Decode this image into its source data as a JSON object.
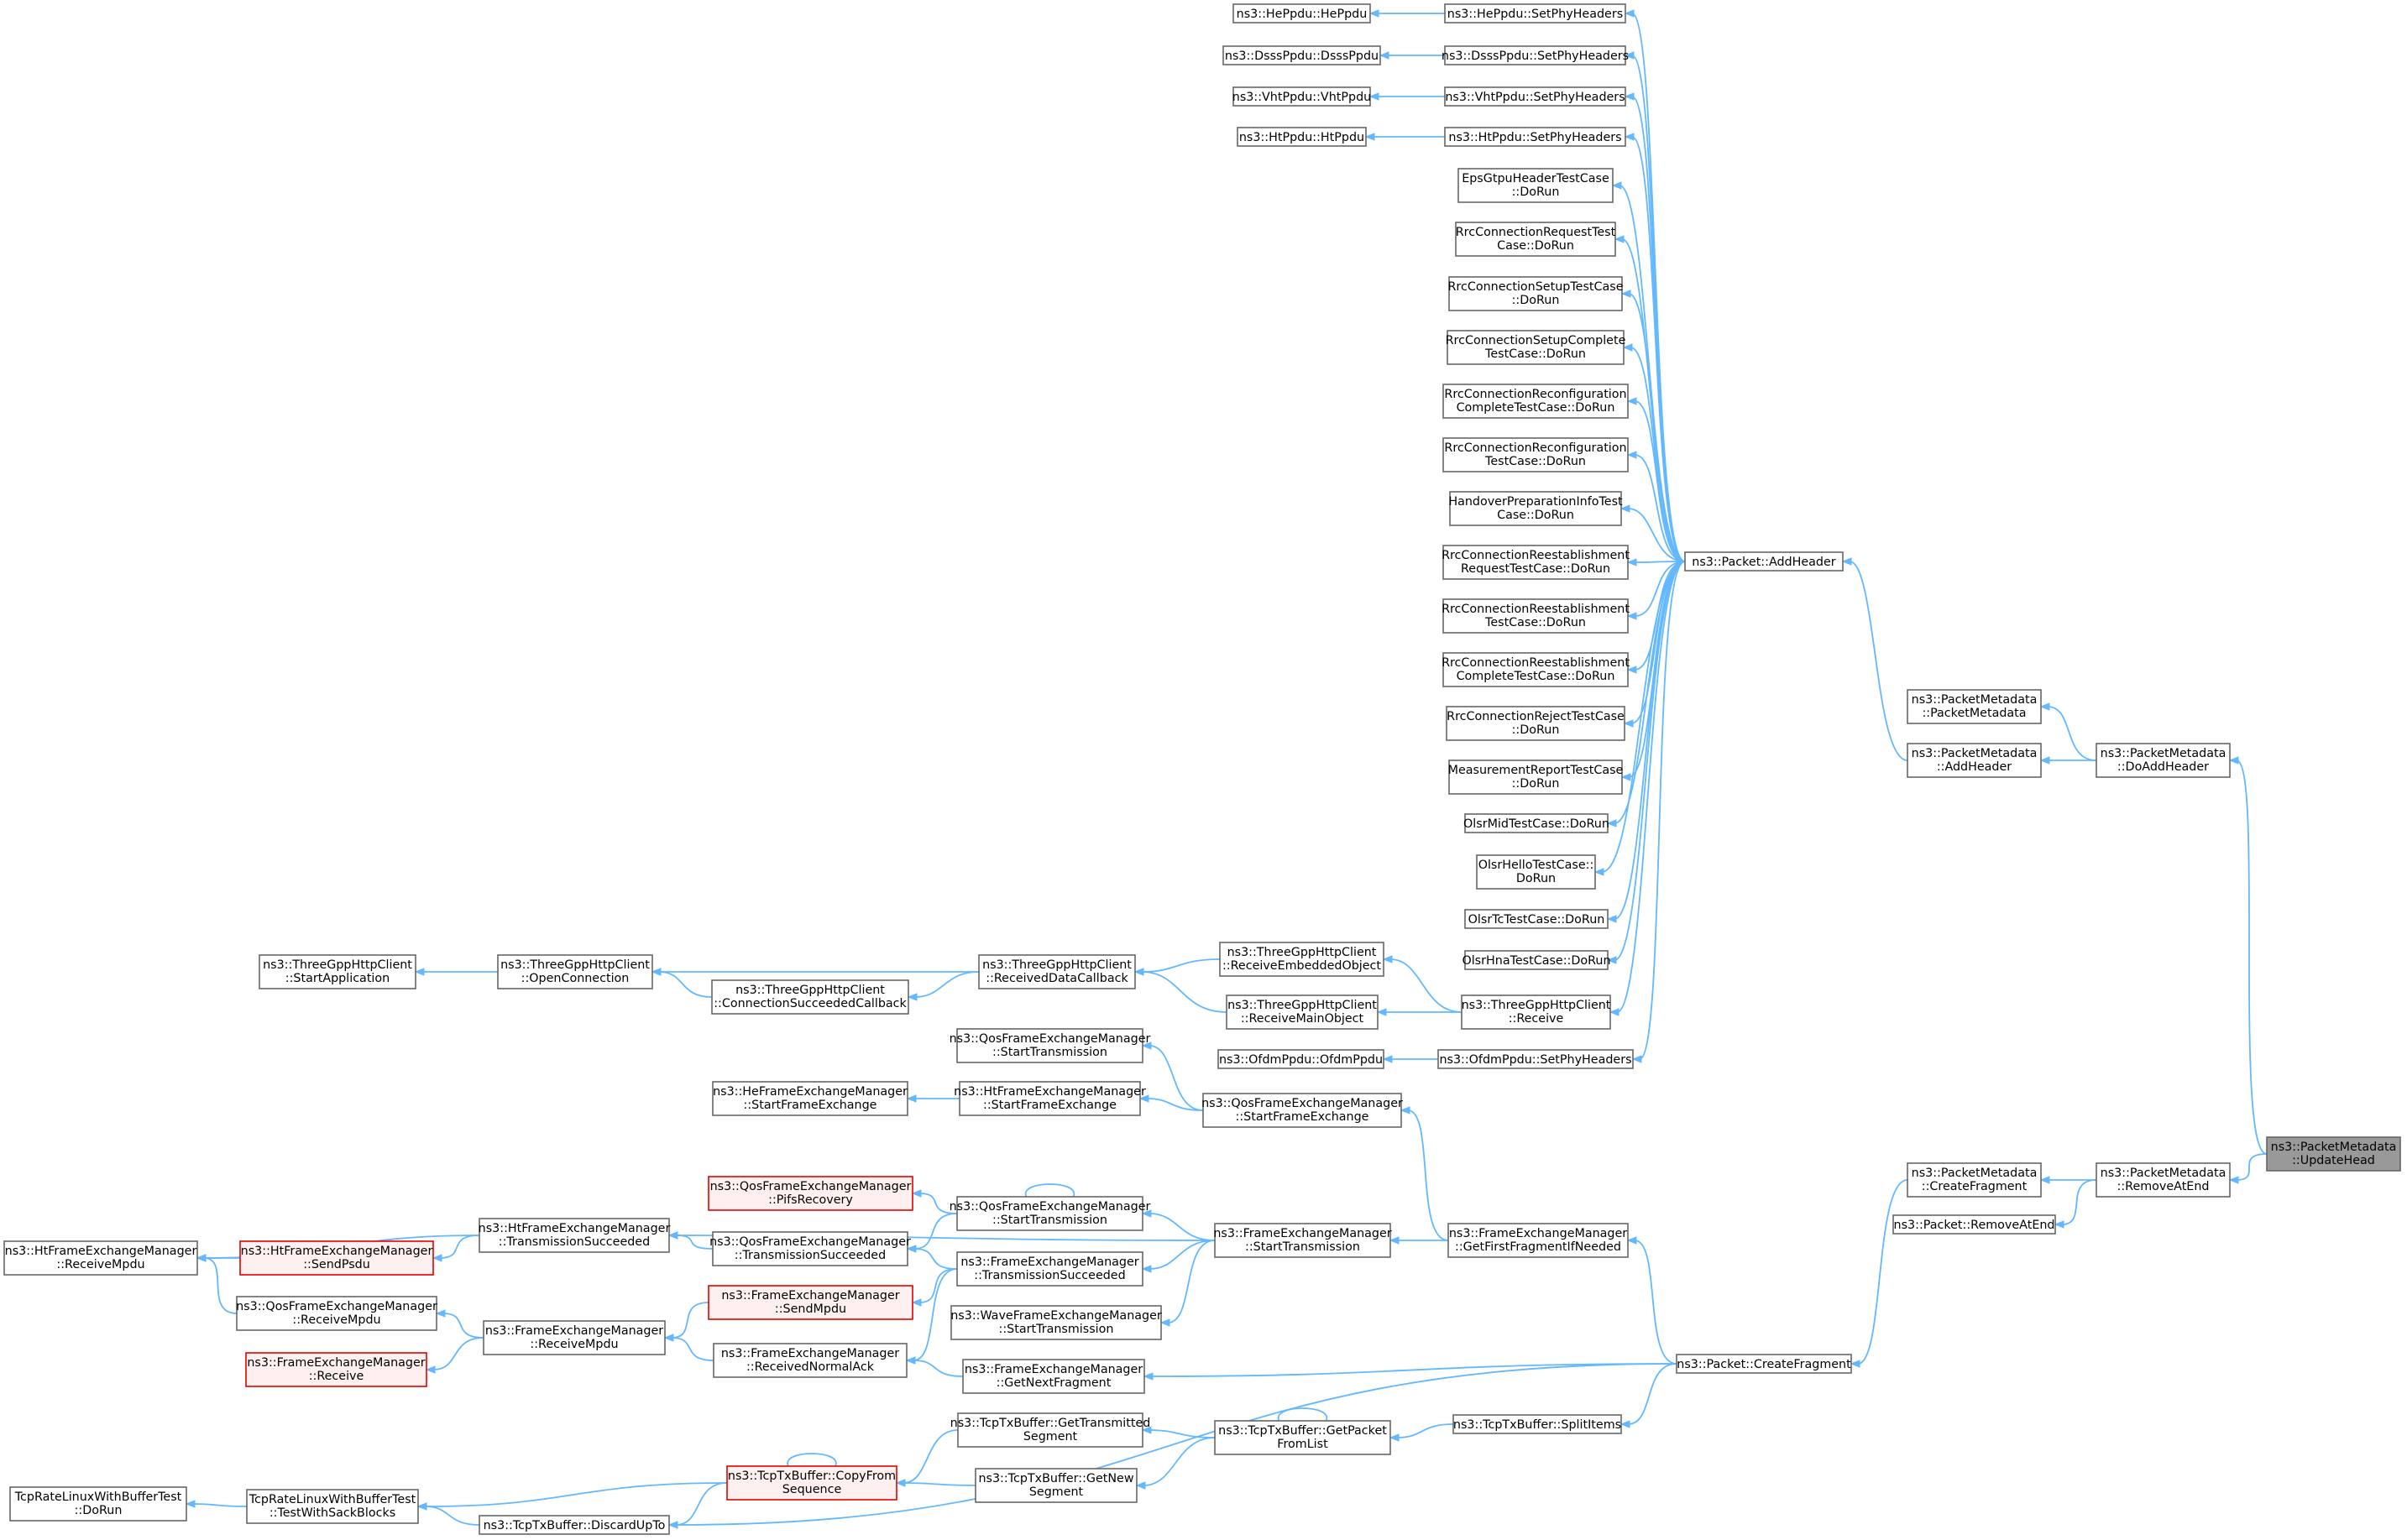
{
  "graph": {
    "title": "",
    "colors": {
      "edge": "#63b8ff",
      "node_border": "#666666",
      "highlight_border": "#e60000",
      "highlight_fill": "#fff0f0",
      "root_fill": "#999999"
    },
    "nodes": [
      {
        "id": "n01",
        "lines": [
          "ns3::HePpdu::HePpdu"
        ]
      },
      {
        "id": "n02",
        "lines": [
          "ns3::HePpdu::SetPhyHeaders"
        ]
      },
      {
        "id": "n03",
        "lines": [
          "ns3::DsssPpdu::DsssPpdu"
        ]
      },
      {
        "id": "n04",
        "lines": [
          "ns3::DsssPpdu::SetPhyHeaders"
        ]
      },
      {
        "id": "n05",
        "lines": [
          "ns3::VhtPpdu::VhtPpdu"
        ]
      },
      {
        "id": "n06",
        "lines": [
          "ns3::VhtPpdu::SetPhyHeaders"
        ]
      },
      {
        "id": "n07",
        "lines": [
          "ns3::HtPpdu::HtPpdu"
        ]
      },
      {
        "id": "n08",
        "lines": [
          "ns3::HtPpdu::SetPhyHeaders"
        ]
      },
      {
        "id": "n09",
        "lines": [
          "EpsGtpuHeaderTestCase",
          "::DoRun"
        ]
      },
      {
        "id": "n10",
        "lines": [
          "RrcConnectionRequestTest",
          "Case::DoRun"
        ]
      },
      {
        "id": "n11",
        "lines": [
          "RrcConnectionSetupTestCase",
          "::DoRun"
        ]
      },
      {
        "id": "n12",
        "lines": [
          "RrcConnectionSetupComplete",
          "TestCase::DoRun"
        ]
      },
      {
        "id": "n13",
        "lines": [
          "RrcConnectionReconfiguration",
          "CompleteTestCase::DoRun"
        ]
      },
      {
        "id": "n14",
        "lines": [
          "RrcConnectionReconfiguration",
          "TestCase::DoRun"
        ]
      },
      {
        "id": "n15",
        "lines": [
          "HandoverPreparationInfoTest",
          "Case::DoRun"
        ]
      },
      {
        "id": "n16",
        "lines": [
          "RrcConnectionReestablishment",
          "RequestTestCase::DoRun"
        ]
      },
      {
        "id": "n17",
        "lines": [
          "RrcConnectionReestablishment",
          "TestCase::DoRun"
        ]
      },
      {
        "id": "n18",
        "lines": [
          "RrcConnectionReestablishment",
          "CompleteTestCase::DoRun"
        ]
      },
      {
        "id": "n19",
        "lines": [
          "RrcConnectionRejectTestCase",
          "::DoRun"
        ]
      },
      {
        "id": "n20",
        "lines": [
          "MeasurementReportTestCase",
          "::DoRun"
        ]
      },
      {
        "id": "n21",
        "lines": [
          "OlsrMidTestCase::DoRun"
        ]
      },
      {
        "id": "n22",
        "lines": [
          "OlsrHelloTestCase::",
          "DoRun"
        ]
      },
      {
        "id": "n23",
        "lines": [
          "OlsrTcTestCase::DoRun"
        ]
      },
      {
        "id": "n24",
        "lines": [
          "OlsrHnaTestCase::DoRun"
        ]
      },
      {
        "id": "n25",
        "lines": [
          "ns3::ThreeGppHttpClient",
          "::Receive"
        ]
      },
      {
        "id": "n26",
        "lines": [
          "ns3::OfdmPpdu::OfdmPpdu"
        ]
      },
      {
        "id": "n27",
        "lines": [
          "ns3::OfdmPpdu::SetPhyHeaders"
        ]
      },
      {
        "id": "n28",
        "lines": [
          "ns3::Packet::AddHeader"
        ]
      },
      {
        "id": "n29",
        "lines": [
          "ns3::PacketMetadata",
          "::PacketMetadata"
        ]
      },
      {
        "id": "n30",
        "lines": [
          "ns3::PacketMetadata",
          "::AddHeader"
        ]
      },
      {
        "id": "n31",
        "lines": [
          "ns3::PacketMetadata",
          "::DoAddHeader"
        ]
      },
      {
        "id": "n32",
        "lines": [
          "ns3::PacketMetadata",
          "::UpdateHead"
        ]
      },
      {
        "id": "n33",
        "lines": [
          "ns3::PacketMetadata",
          "::CreateFragment"
        ]
      },
      {
        "id": "n34",
        "lines": [
          "ns3::PacketMetadata",
          "::RemoveAtEnd"
        ]
      },
      {
        "id": "n35",
        "lines": [
          "ns3::Packet::RemoveAtEnd"
        ]
      },
      {
        "id": "n36",
        "lines": [
          "ns3::Packet::CreateFragment"
        ]
      },
      {
        "id": "n37",
        "lines": [
          "ns3::ThreeGppHttpClient",
          "::StartApplication"
        ]
      },
      {
        "id": "n38",
        "lines": [
          "ns3::ThreeGppHttpClient",
          "::OpenConnection"
        ]
      },
      {
        "id": "n39",
        "lines": [
          "ns3::ThreeGppHttpClient",
          "::ConnectionSucceededCallback"
        ]
      },
      {
        "id": "n40",
        "lines": [
          "ns3::ThreeGppHttpClient",
          "::ReceivedDataCallback"
        ]
      },
      {
        "id": "n41",
        "lines": [
          "ns3::ThreeGppHttpClient",
          "::ReceiveEmbeddedObject"
        ]
      },
      {
        "id": "n42",
        "lines": [
          "ns3::ThreeGppHttpClient",
          "::ReceiveMainObject"
        ]
      },
      {
        "id": "n43",
        "lines": [
          "ns3::QosFrameExchangeManager",
          "::StartTransmission"
        ]
      },
      {
        "id": "n44",
        "lines": [
          "ns3::HeFrameExchangeManager",
          "::StartFrameExchange"
        ]
      },
      {
        "id": "n45",
        "lines": [
          "ns3::HtFrameExchangeManager",
          "::StartFrameExchange"
        ]
      },
      {
        "id": "n46",
        "lines": [
          "ns3::QosFrameExchangeManager",
          "::StartFrameExchange"
        ]
      },
      {
        "id": "n47",
        "lines": [
          "ns3::QosFrameExchangeManager",
          "::PifsRecovery"
        ]
      },
      {
        "id": "n48",
        "lines": [
          "ns3::QosFrameExchangeManager",
          "::StartTransmission"
        ]
      },
      {
        "id": "n49",
        "lines": [
          "ns3::FrameExchangeManager",
          "::StartTransmission"
        ]
      },
      {
        "id": "n50",
        "lines": [
          "ns3::FrameExchangeManager",
          "::GetFirstFragmentIfNeeded"
        ]
      },
      {
        "id": "n51",
        "lines": [
          "ns3::HtFrameExchangeManager",
          "::ReceiveMpdu"
        ]
      },
      {
        "id": "n52",
        "lines": [
          "ns3::HtFrameExchangeManager",
          "::SendPsdu"
        ]
      },
      {
        "id": "n53",
        "lines": [
          "ns3::HtFrameExchangeManager",
          "::TransmissionSucceeded"
        ]
      },
      {
        "id": "n54",
        "lines": [
          "ns3::QosFrameExchangeManager",
          "::TransmissionSucceeded"
        ]
      },
      {
        "id": "n55",
        "lines": [
          "ns3::FrameExchangeManager",
          "::TransmissionSucceeded"
        ]
      },
      {
        "id": "n56",
        "lines": [
          "ns3::QosFrameExchangeManager",
          "::ReceiveMpdu"
        ]
      },
      {
        "id": "n57",
        "lines": [
          "ns3::FrameExchangeManager",
          "::SendMpdu"
        ]
      },
      {
        "id": "n58",
        "lines": [
          "ns3::WaveFrameExchangeManager",
          "::StartTransmission"
        ]
      },
      {
        "id": "n59",
        "lines": [
          "ns3::FrameExchangeManager",
          "::ReceiveMpdu"
        ]
      },
      {
        "id": "n60",
        "lines": [
          "ns3::FrameExchangeManager",
          "::Receive"
        ]
      },
      {
        "id": "n61",
        "lines": [
          "ns3::FrameExchangeManager",
          "::ReceivedNormalAck"
        ]
      },
      {
        "id": "n62",
        "lines": [
          "ns3::FrameExchangeManager",
          "::GetNextFragment"
        ]
      },
      {
        "id": "n63",
        "lines": [
          "ns3::TcpTxBuffer::GetTransmitted",
          "Segment"
        ]
      },
      {
        "id": "n64",
        "lines": [
          "ns3::TcpTxBuffer::GetPacket",
          "FromList"
        ]
      },
      {
        "id": "n65",
        "lines": [
          "ns3::TcpTxBuffer::SplitItems"
        ]
      },
      {
        "id": "n66",
        "lines": [
          "ns3::TcpTxBuffer::CopyFrom",
          "Sequence"
        ]
      },
      {
        "id": "n67",
        "lines": [
          "ns3::TcpTxBuffer::GetNew",
          "Segment"
        ]
      },
      {
        "id": "n68",
        "lines": [
          "TcpRateLinuxWithBufferTest",
          "::DoRun"
        ]
      },
      {
        "id": "n69",
        "lines": [
          "TcpRateLinuxWithBufferTest",
          "::TestWithSackBlocks"
        ]
      },
      {
        "id": "n70",
        "lines": [
          "ns3::TcpTxBuffer::DiscardUpTo"
        ]
      }
    ]
  }
}
